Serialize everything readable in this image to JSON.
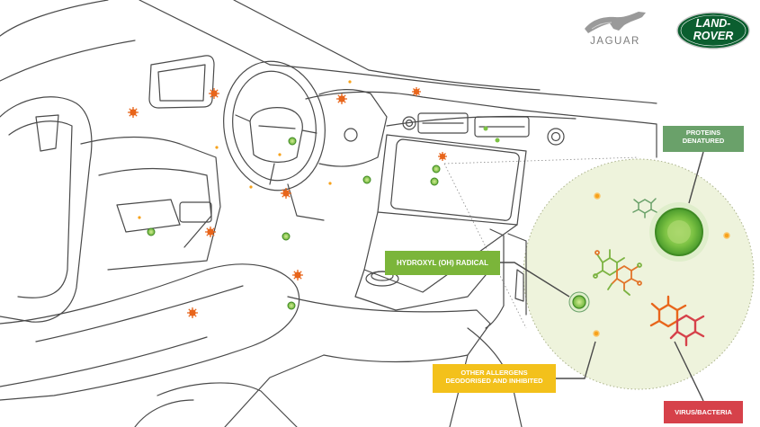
{
  "brands": {
    "jaguar": "JAGUAR",
    "landrover_line1": "LAND-",
    "landrover_line2": "ROVER"
  },
  "labels": {
    "proteins_line1": "PROTEINS",
    "proteins_line2": "DENATURED",
    "hydroxyl": "HYDROXYL (OH) RADICAL",
    "allergens_line1": "OTHER ALLERGENS",
    "allergens_line2": "DEODORISED AND INHIBITED",
    "virus": "VIRUS/BACTERIA"
  },
  "colors": {
    "proteins": "#6aa16a",
    "hydroxyl": "#7bb53a",
    "allergens": "#f3c11b",
    "virus": "#d6414a",
    "landrover_green": "#0b5e2f",
    "zoom_circle": "#eef3dc",
    "line_art": "#4a4a4a"
  }
}
